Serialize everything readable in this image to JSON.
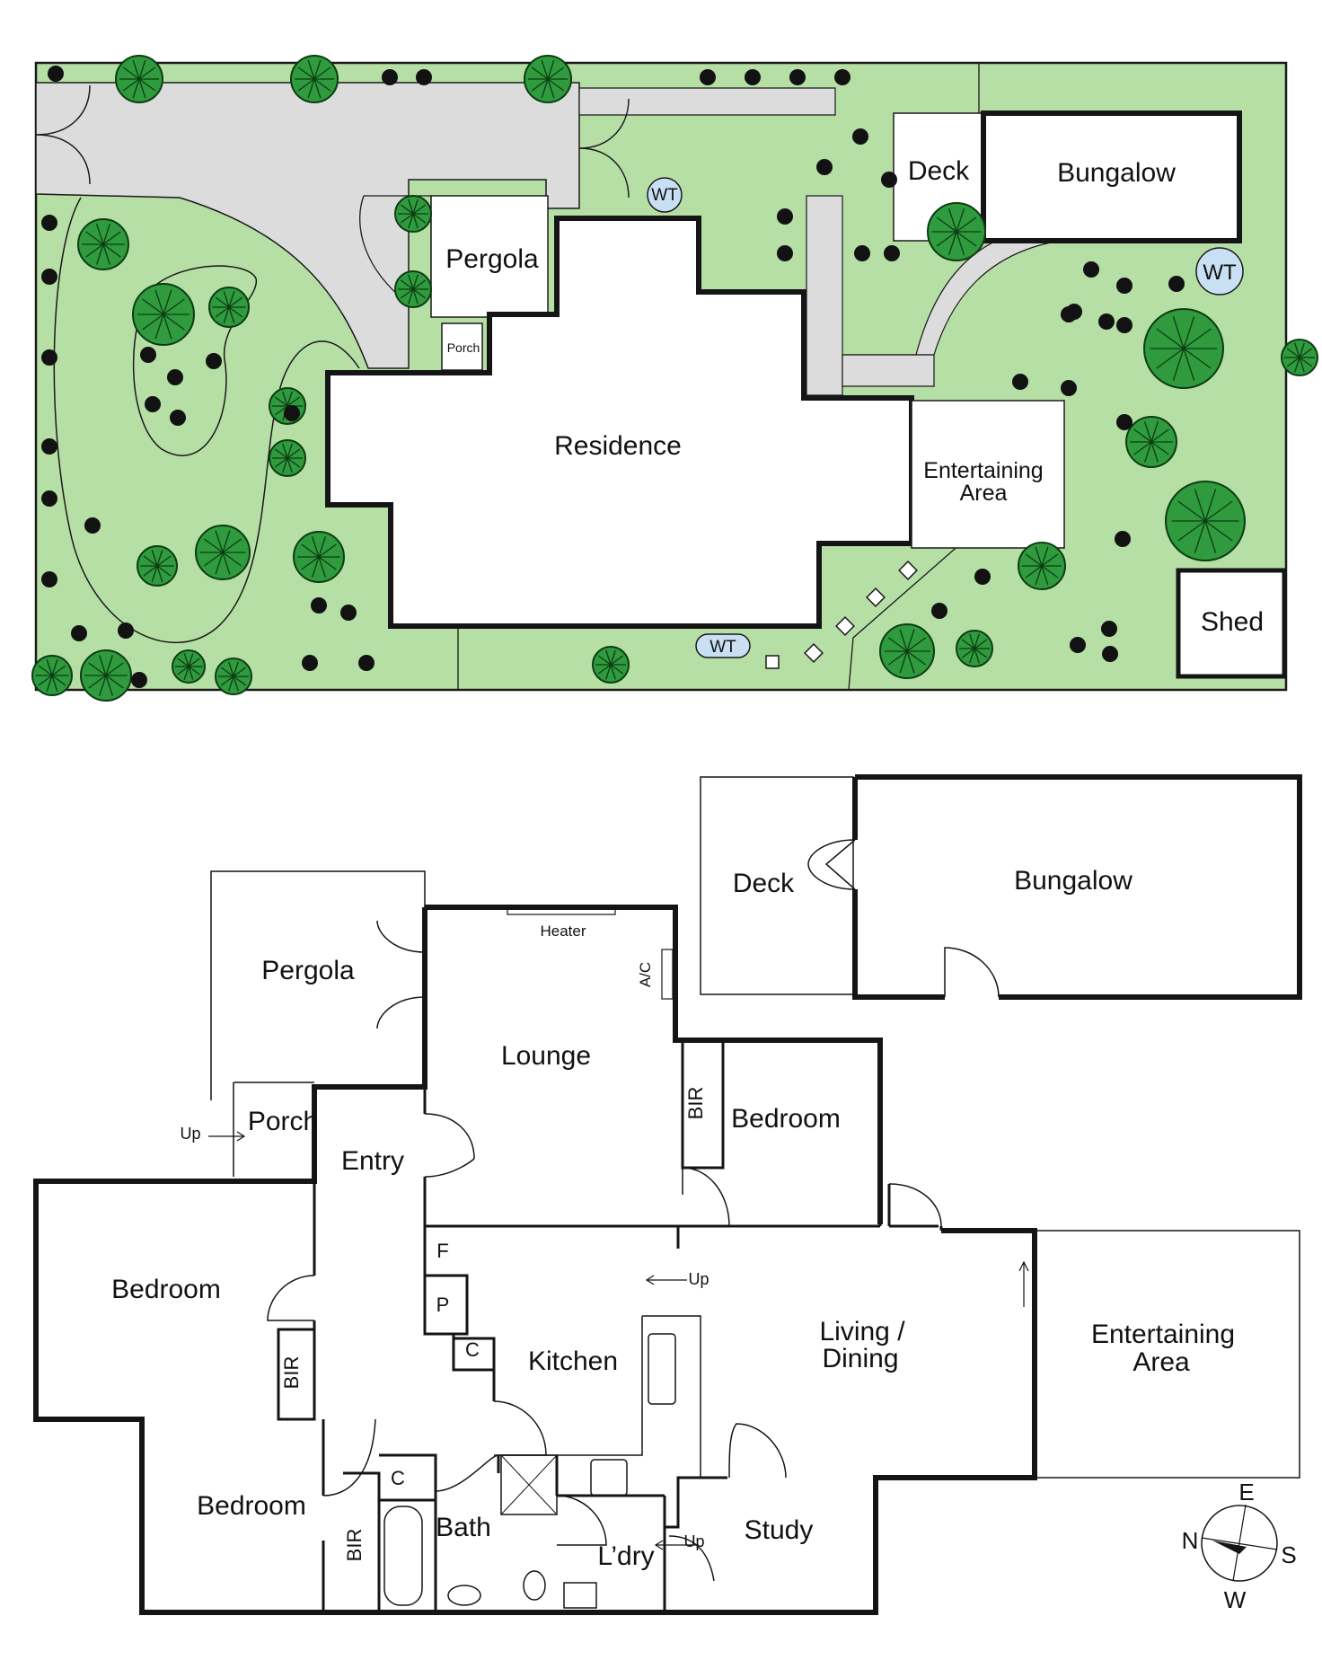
{
  "site_plan": {
    "labels": {
      "deck": "Deck",
      "bungalow": "Bungalow",
      "pergola": "Pergola",
      "porch": "Porch",
      "residence": "Residence",
      "entertaining_line1": "Entertaining",
      "entertaining_line2": "Area",
      "shed": "Shed"
    },
    "water_tanks": [
      "WT",
      "WT",
      "WT"
    ]
  },
  "floor_plan": {
    "rooms": {
      "deck": "Deck",
      "bungalow": "Bungalow",
      "pergola": "Pergola",
      "lounge": "Lounge",
      "heater": "Heater",
      "ac": "A/C",
      "bir": "BIR",
      "bedroom": "Bedroom",
      "porch": "Porch",
      "up": "Up",
      "entry": "Entry",
      "fridge": "F",
      "pantry": "P",
      "cupboard": "C",
      "kitchen": "Kitchen",
      "living_line1": "Living /",
      "living_line2": "Dining",
      "entertaining_line1": "Entertaining",
      "entertaining_line2": "Area",
      "bath": "Bath",
      "laundry": "L’dry",
      "study": "Study"
    },
    "compass": {
      "n": "N",
      "e": "E",
      "s": "S",
      "w": "W"
    }
  },
  "colors": {
    "lawn": "#b6dfa6",
    "paving": "#dcdcdc",
    "tree_fill": "#2f9a3e",
    "tree_stroke": "#0c3d12",
    "shrub": "#121212",
    "water_tank": "#c9dff3",
    "wall": "#151515"
  }
}
